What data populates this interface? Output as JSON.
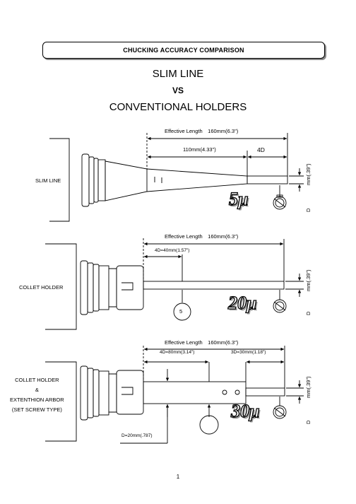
{
  "header": {
    "title": "CHUCKING ACCURACY COMPARISON"
  },
  "titles": {
    "line1": "SLIM LINE",
    "line2": "VS",
    "line3": "CONVENTIONAL HOLDERS"
  },
  "sections": {
    "slim": {
      "label": "SLIM LINE",
      "effective_length": "Effective Length　160mm(6.3\")",
      "dim_main": "110mm(4.33\")",
      "dim_4d": "4D",
      "diameter": "mm(.39\")",
      "d_letter": "D",
      "runout": "5μ"
    },
    "collet": {
      "label": "COLLET HOLDER",
      "effective_length": "Effective Length　160mm(6.3\")",
      "dim_4d": "4D=40mm(1.57\")",
      "diameter": "mm(.39\")",
      "d_letter": "D",
      "circle_text": "5",
      "runout": "20μ"
    },
    "arbor": {
      "label_lines": [
        "COLLET HOLDER",
        "&",
        "EXTENTHION ARBOR",
        "(SET SCREW TYPE)"
      ],
      "effective_length": "Effective Length　160mm(6.3\")",
      "dim_4d": "4D=80mm(3.14\")",
      "dim_3d": "3D=30mm(1.18\")",
      "arbor_d": "D=20mm(.787)",
      "diameter": "mm(.39\")",
      "d_letter": "D",
      "runout": "30μ"
    }
  },
  "page_number": "1"
}
